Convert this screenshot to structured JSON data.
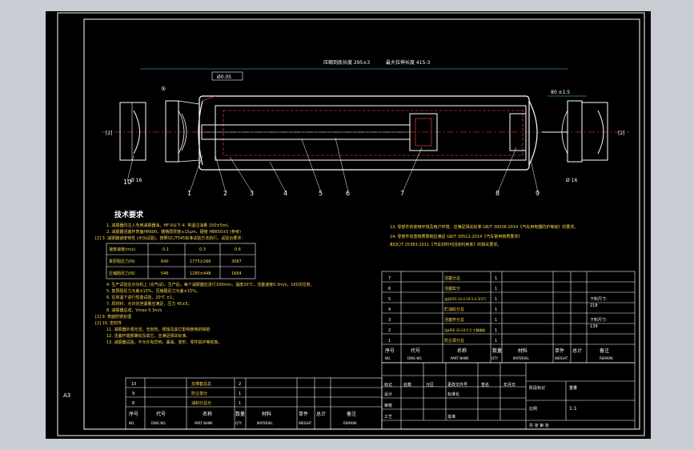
{
  "colors": {
    "background": "#c9ced4",
    "sheet": "#000000",
    "line": "#ffffff",
    "hidden": "#ff4a4a",
    "dimension": "#3fd4ff",
    "text_yellow": "#ffd84a"
  },
  "drawing": {
    "sheet_size": "A3",
    "top_dims": {
      "compressed_length": "压缩到底长度 295±3",
      "max_length": "最大拉伸长度 415-3"
    },
    "phi_symbol": "Ø0.05",
    "right_dim": "80 ±1.5",
    "left_dim": "Ø 16",
    "right_dim2": "Ø 16",
    "ring_mark": "[2]",
    "balloons": [
      "1",
      "2",
      "3",
      "4",
      "5",
      "6",
      "7",
      "8",
      "9",
      "10"
    ],
    "balloon_left": "⑤"
  },
  "tech_requirements": {
    "title": "技术要求",
    "lines": [
      "1. 减振器内注入专用减振器油，HF-0以下-4. 常温注油量 150±5ml。",
      "2. 减振器活塞杆表面HR600，镀铬层厚度≥15µm，硬度 HB650±5 (参考)",
      "[2] 3. 减振器速度特性 (示功试验)，按照QC/T545标准试验方法执行，试验台要求：",
      "4. 生产试验在示功机上 (充气试)，生产后，每个减振器应进行100mm，温度20℃，活塞速度0.3m/s，100次往复。",
      "5. 复原阻尼力允差±15%，压缩阻尼力允差±15%。",
      "6. 在常温下进行性能试验，20℃ ±1；",
      "7. 原材料：允许的泄漏量应满足，压力 45±5；",
      "8. 减振器总成，Vmax 0.3m/s",
      "[2] 9. 表面防锈处理",
      "[2] 10. 密封件",
      "11. 减振器外观光洁，无划伤，锈蚀及其它影响使用的缺陷",
      "12. 活塞杆端部螺纹及其它，应满足相关标准。",
      "13. 减振器试验，不允许有异响、漏油、变形、零件损坏等现象。"
    ],
    "speed_table": {
      "headers": [
        "速度速度(m/s)",
        "0.1",
        "0.3",
        "0.6"
      ],
      "rows": [
        [
          "复原阻尼力(N)",
          "640",
          "1775±266",
          "3087"
        ],
        [
          "压缩阻尼力(N)",
          "546",
          "1285±448",
          "1664"
        ]
      ]
    },
    "right_lines": [
      "13. 零部件的使用环境及用户环境，应满足相关标准 GB/T 30038-2014《汽车用电器防护等级》的要求。",
      "14. 零部件有害物质限制应满足 GB/T 30512-2014《汽车禁用物质要求》",
      "和QC/T 25383-2011《汽车材料可回收利用率》的相关要求。"
    ]
  },
  "bom_right": {
    "rows": [
      [
        "7",
        "",
        "活塞分总",
        "1",
        ""
      ],
      [
        "6",
        "",
        "活塞缸分",
        "1",
        ""
      ],
      [
        "5",
        "",
        "油封RFE-10.4-19.5-4.5(VT)",
        "1",
        ""
      ],
      [
        "4",
        "",
        "贮油缸分总",
        "1",
        ""
      ],
      [
        "3",
        "",
        "活塞杆分总",
        "1",
        ""
      ],
      [
        "2",
        "",
        "油封RE-10-24-5.5 丁腈橡胶",
        "1",
        ""
      ],
      [
        "1",
        "",
        "防尘罩分总",
        "1",
        ""
      ]
    ],
    "notes": [
      "下料尺寸:",
      "218",
      "下料尺寸:",
      "139"
    ],
    "header": [
      "序号",
      "代号",
      "名称",
      "数量",
      "材料",
      "单件",
      "总计",
      "备注"
    ],
    "header_en": [
      "NO.",
      "DWG NO.",
      "PART NAME",
      "QTY",
      "MATERIAL",
      "WEIGHT",
      "",
      "REMARK"
    ]
  },
  "bom_left": {
    "rows": [
      [
        "10",
        "",
        "支撑套总总",
        "2",
        ""
      ],
      [
        "9",
        "",
        "防尘罩分",
        "1",
        ""
      ],
      [
        "8",
        "",
        "油封分总分",
        "1",
        ""
      ]
    ],
    "header": [
      "序号",
      "代号",
      "名称",
      "数量",
      "材料",
      "单件",
      "总计",
      "备注"
    ],
    "header_en": [
      "NO.",
      "DWG NO.",
      "PART NAME",
      "QTY",
      "MATERIAL",
      "WEIGHT",
      "",
      "REMARK"
    ]
  },
  "title_block": {
    "rows": [
      [
        "标记",
        "处数",
        "分区",
        "更改文件号",
        "签名",
        "年月日"
      ],
      [
        "设计",
        "",
        "",
        "标准化",
        "",
        ""
      ],
      [
        "审核",
        "",
        "",
        "",
        "",
        ""
      ],
      [
        "工艺",
        "",
        "",
        "批准",
        "",
        ""
      ]
    ],
    "stage": "阶段标记",
    "weight": "重量",
    "scale": "比例",
    "scale_value": "1:1",
    "sheet": "共 张 第 张"
  }
}
